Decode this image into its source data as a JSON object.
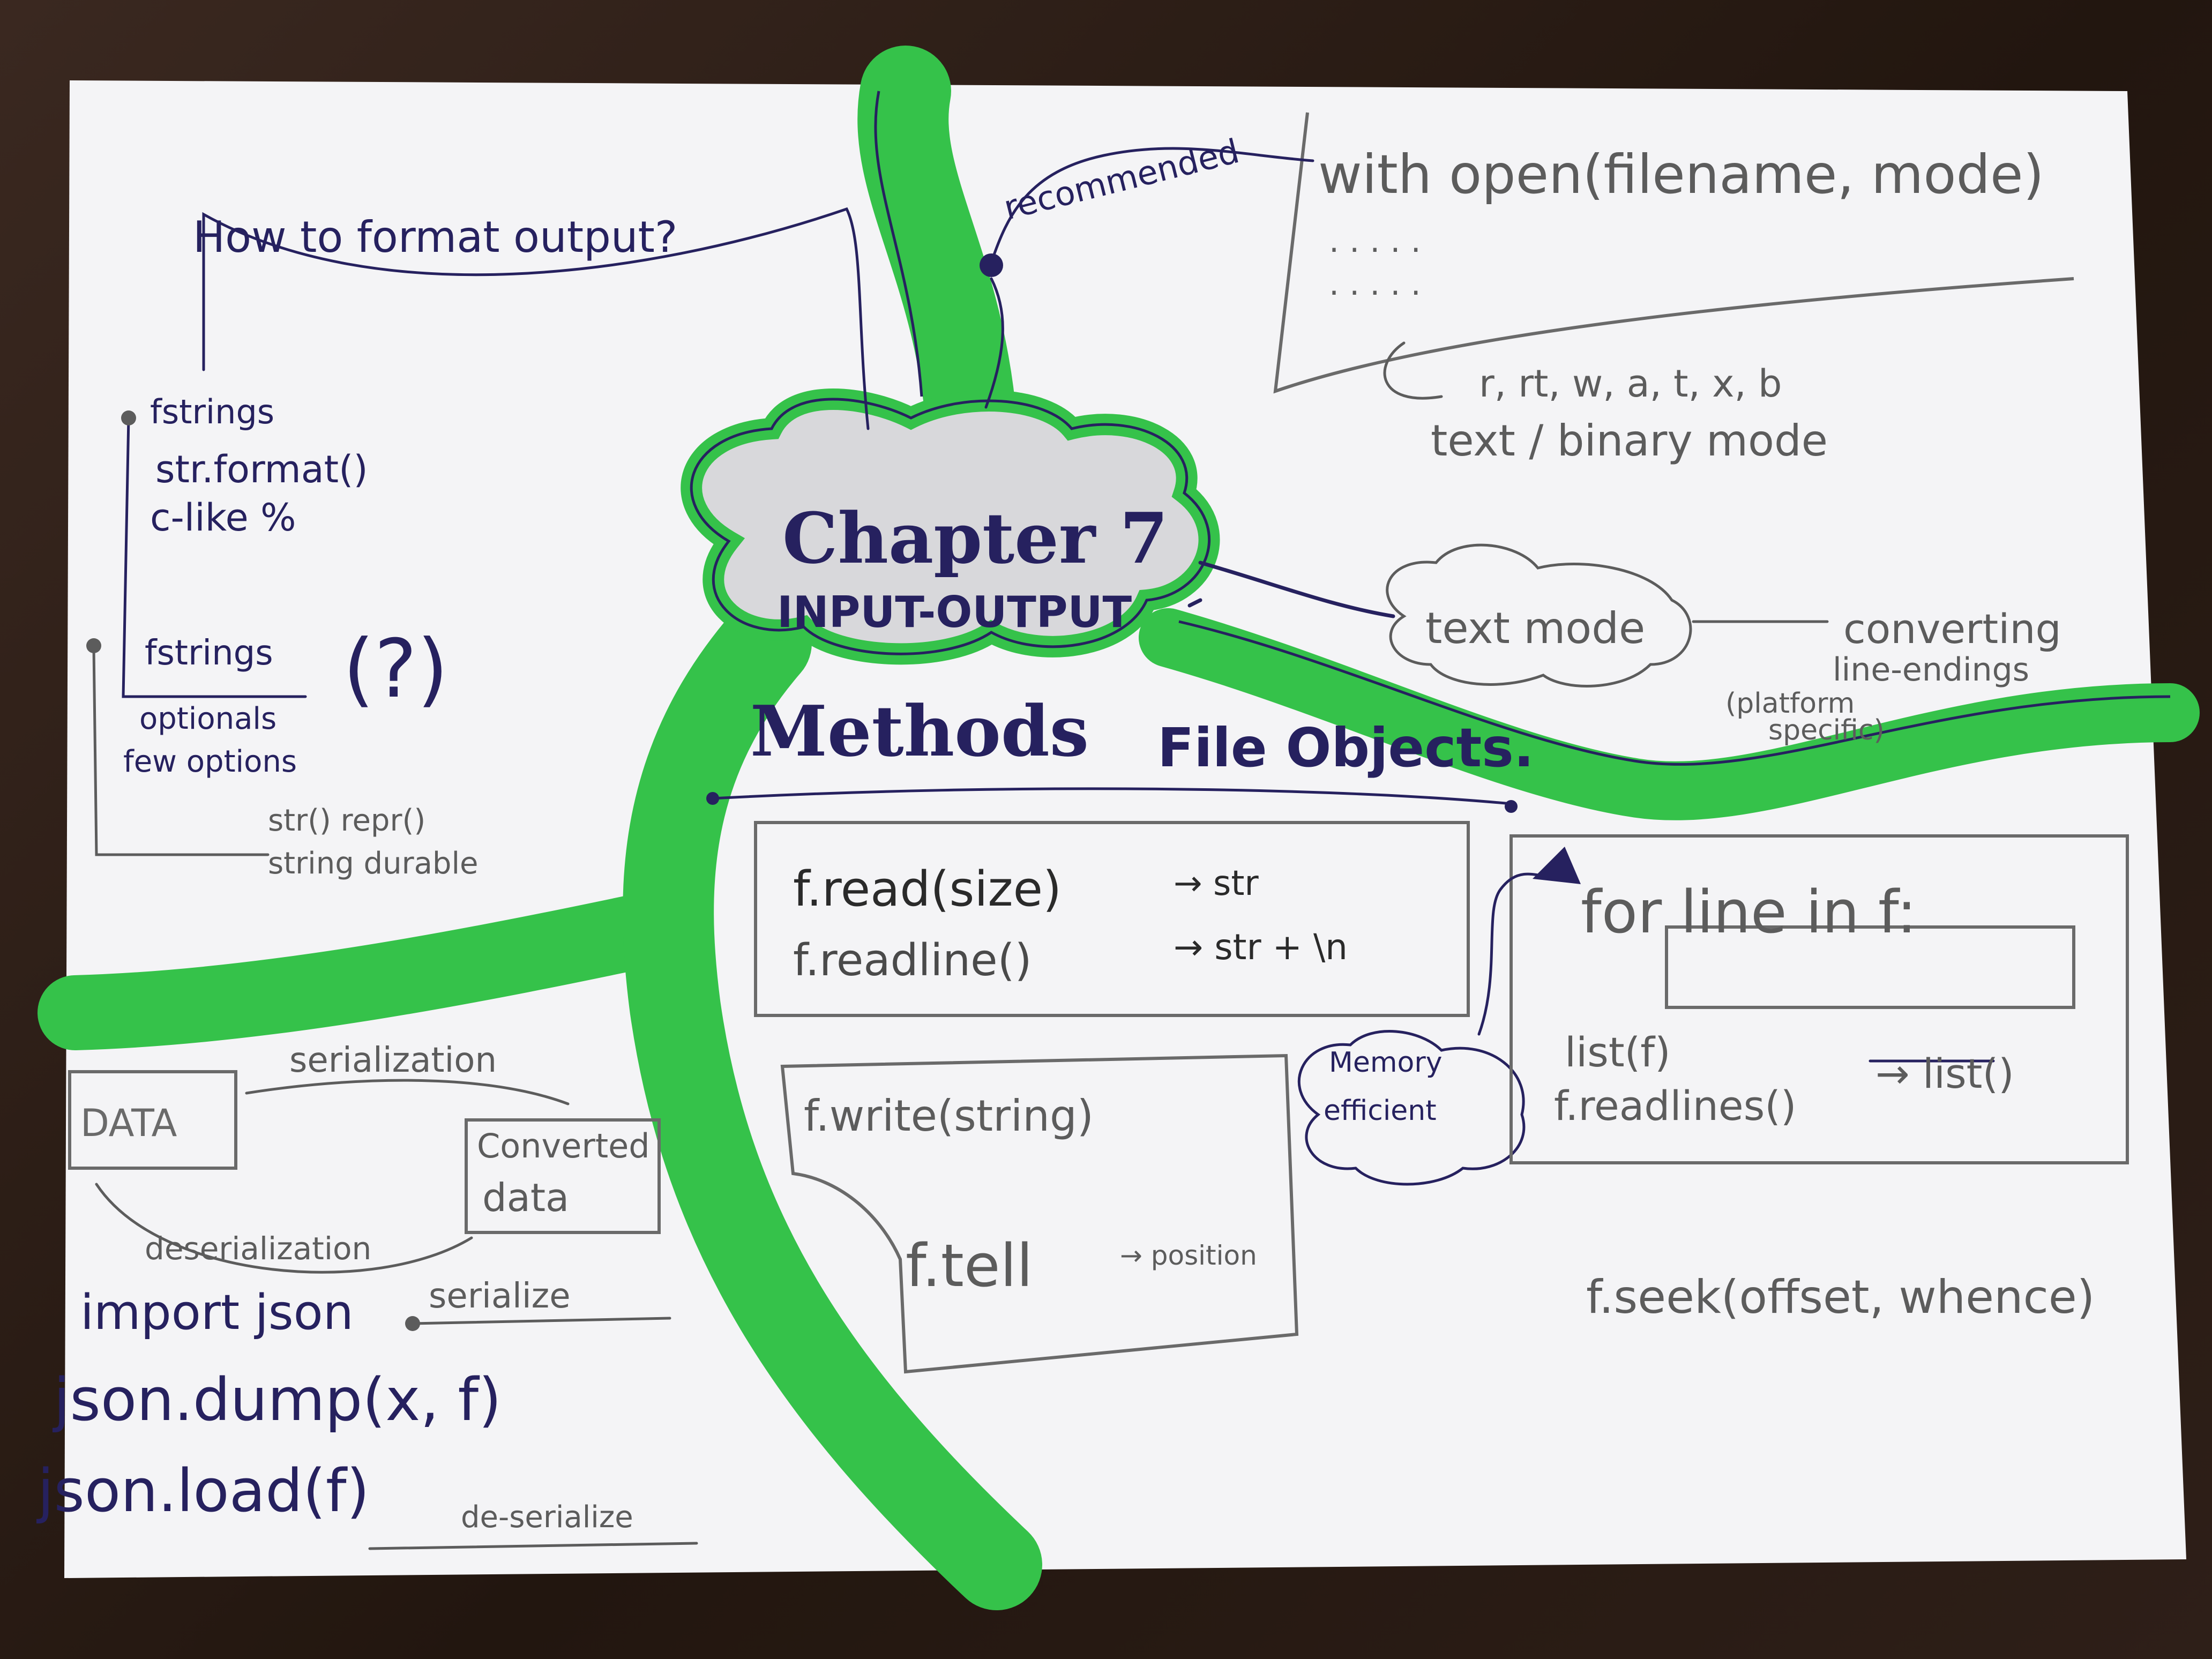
{
  "center": {
    "title": "Chapter 7",
    "subtitle": "INPUT-OUTPUT"
  },
  "branches": {
    "methods": "Methods",
    "file_objects": "File Objects."
  },
  "formatting": {
    "question": "How to format output?",
    "options": [
      "fstrings",
      "str.format()",
      "c-like %"
    ],
    "fstrings_label": "fstrings",
    "fstrings_notes": [
      "optionals",
      "few options"
    ],
    "question_mark": "(?)",
    "str_repr": [
      "str() repr()",
      "string durable"
    ]
  },
  "open": {
    "recommended": "recommended",
    "call": "with open(filename, mode)",
    "ellipsis_1": ". . . . .",
    "ellipsis_2": ". . . . .",
    "modes": "r, rt, w, a, t, x, b",
    "mode_note": "text / binary mode"
  },
  "text_mode": {
    "label": "text mode",
    "result": [
      "converting",
      "line-endings"
    ],
    "note": [
      "(platform",
      "specific)"
    ]
  },
  "read_methods": {
    "read": "f.read(size)",
    "read_result": "→ str",
    "readline": "f.readline()",
    "readline_result": "→ str + \\n"
  },
  "write_methods": {
    "write": "f.write(string)",
    "tell": "f.tell",
    "tell_result": "→ position"
  },
  "iteration": {
    "for_line": "for line in f:",
    "list_f": "list(f)",
    "readlines": "f.readlines()",
    "result": "→ list()",
    "memory": [
      "Memory",
      "efficient"
    ]
  },
  "seek": {
    "call": "f.seek(offset, whence)"
  },
  "serialization": {
    "data": "DATA",
    "serialization": "serialization",
    "converted": [
      "Converted",
      "data"
    ],
    "deserialization": "deserialization",
    "import": "import json",
    "serialize": "serialize",
    "dump": "json.dump(x, f)",
    "load": "json.load(f)",
    "deserialize": "de-serialize"
  },
  "colors": {
    "ink": "#26215f",
    "pencil": "#5c5c5c",
    "marker": "#35c24a",
    "paper": "#f4f4f6"
  }
}
